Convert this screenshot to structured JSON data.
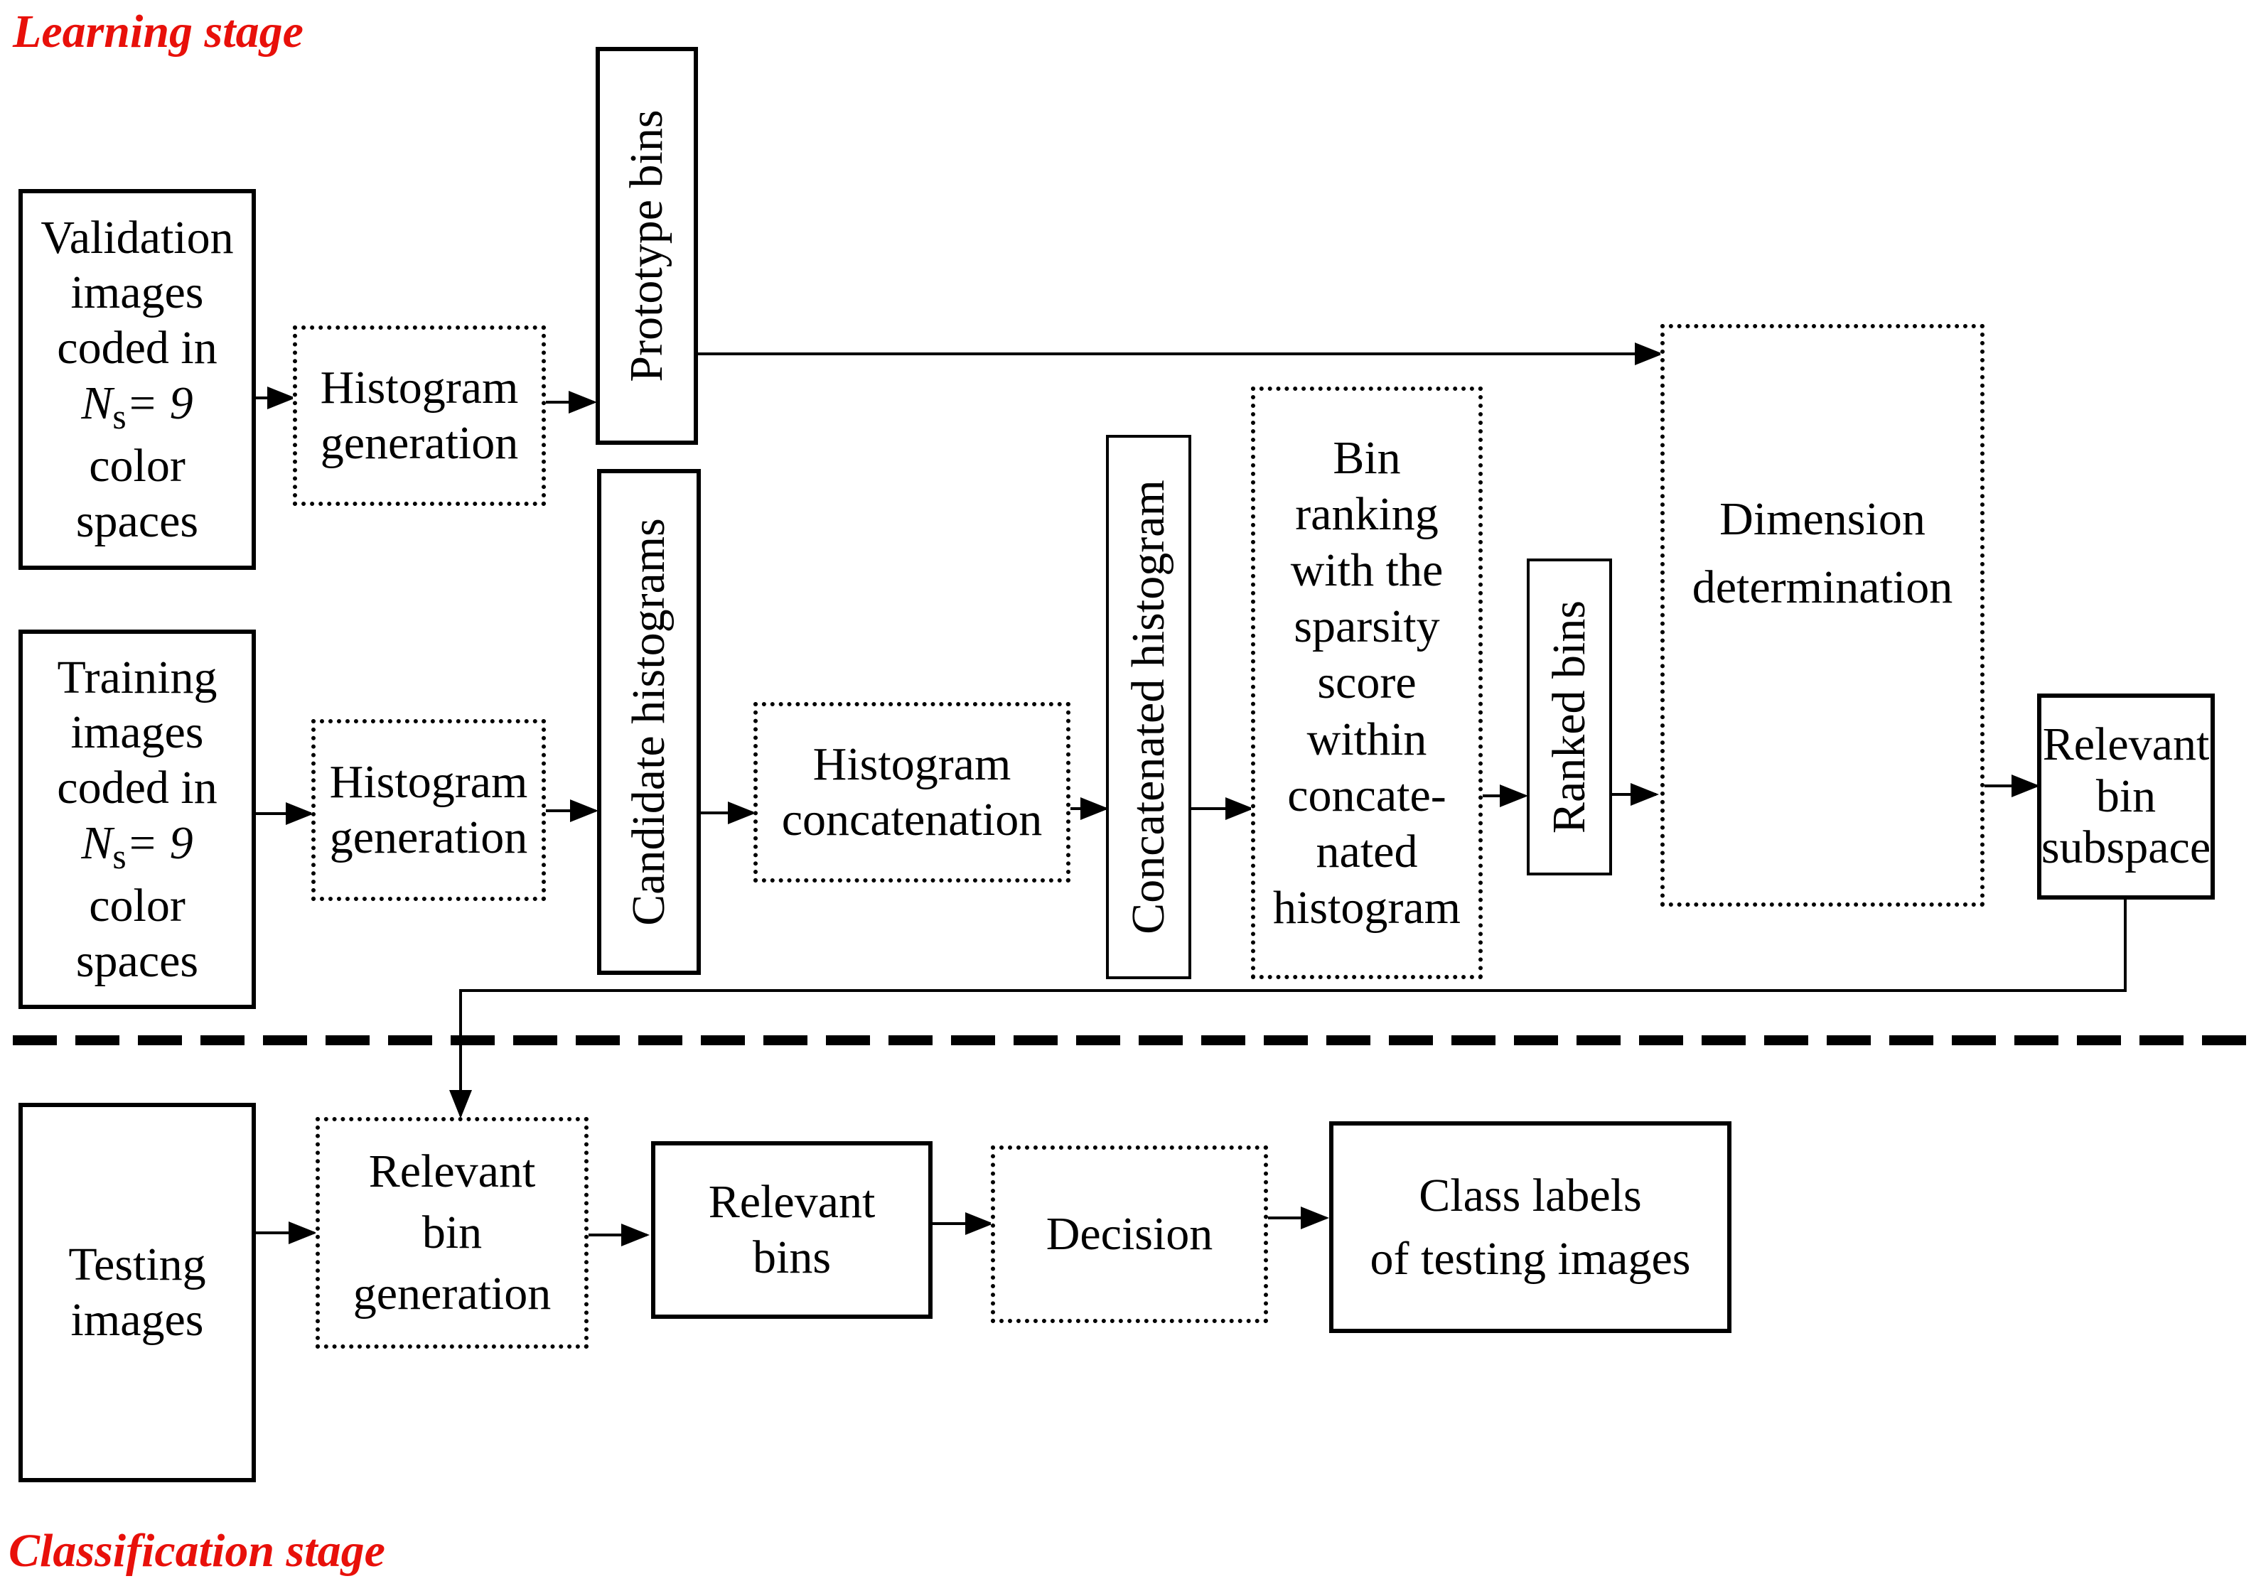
{
  "stages": {
    "learning": "Learning stage",
    "classification": "Classification stage"
  },
  "colors": {
    "stage_title": "#e8100a",
    "stroke": "#000000",
    "background": "#ffffff"
  },
  "learning": {
    "validation_images": {
      "lines": [
        "Validation",
        "images",
        "coded in"
      ],
      "ns_symbol": "N",
      "ns_subscript": "s",
      "ns_value": "= 9",
      "lines_after": [
        "color",
        "spaces"
      ]
    },
    "training_images": {
      "lines": [
        "Training",
        "images",
        "coded in"
      ],
      "ns_symbol": "N",
      "ns_subscript": "s",
      "ns_value": "= 9",
      "lines_after": [
        "color",
        "spaces"
      ]
    },
    "histogram_generation_validation": [
      "Histogram",
      "generation"
    ],
    "histogram_generation_training": [
      "Histogram",
      "generation"
    ],
    "prototype_bins": "Prototype bins",
    "candidate_histograms": "Candidate histograms",
    "histogram_concatenation": [
      "Histogram",
      "concatenation"
    ],
    "concatenated_histogram": "Concatenated histogram",
    "bin_ranking": [
      "Bin",
      "ranking",
      "with the",
      "sparsity",
      "score",
      "within",
      "concate-",
      "nated",
      "histogram"
    ],
    "ranked_bins": "Ranked bins",
    "dimension_determination": [
      "Dimension",
      "determination"
    ],
    "relevant_bin_subspace": [
      "Relevant",
      "bin",
      "subspace"
    ]
  },
  "classification": {
    "testing_images": [
      "Testing",
      "images"
    ],
    "relevant_bin_generation": [
      "Relevant",
      "bin",
      "generation"
    ],
    "relevant_bins": [
      "Relevant",
      "bins"
    ],
    "decision": [
      "Decision"
    ],
    "class_labels": [
      "Class labels",
      "of testing images"
    ]
  }
}
